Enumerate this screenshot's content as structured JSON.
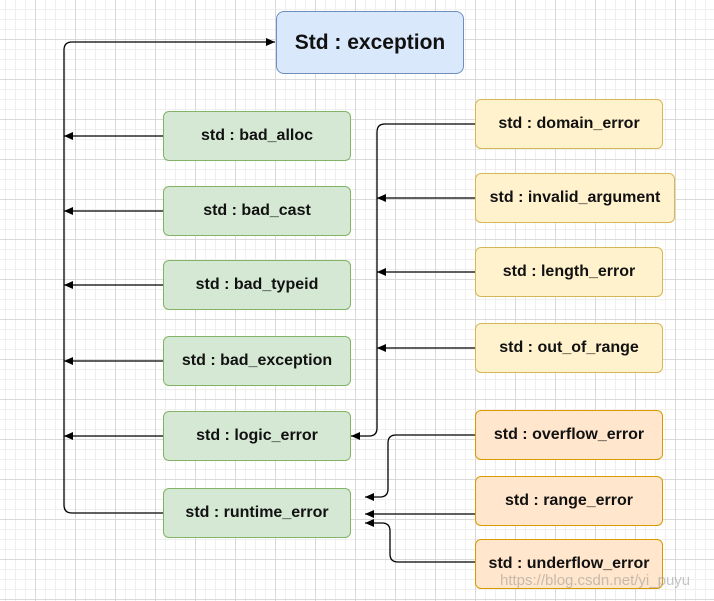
{
  "diagram": {
    "root": "Std : exception",
    "exception_children": [
      "std : bad_alloc",
      "std : bad_cast",
      "std : bad_typeid",
      "std : bad_exception",
      "std : logic_error",
      "std : runtime_error"
    ],
    "logic_error_children": [
      "std : domain_error",
      "std : invalid_argument",
      "std : length_error",
      "std : out_of_range"
    ],
    "runtime_error_children": [
      "std : overflow_error",
      "std : range_error",
      "std : underflow_error"
    ],
    "colors": {
      "root_fill": "#dae8fc",
      "root_border": "#6c8ebf",
      "green_fill": "#d5e8d4",
      "green_border": "#82b366",
      "yellow_fill": "#fff2cc",
      "yellow_border": "#d6b656",
      "orange_fill": "#ffe6cc",
      "orange_border": "#d79b00",
      "connector": "#000000"
    }
  },
  "watermark": "https://blog.csdn.net/yi_puyu"
}
